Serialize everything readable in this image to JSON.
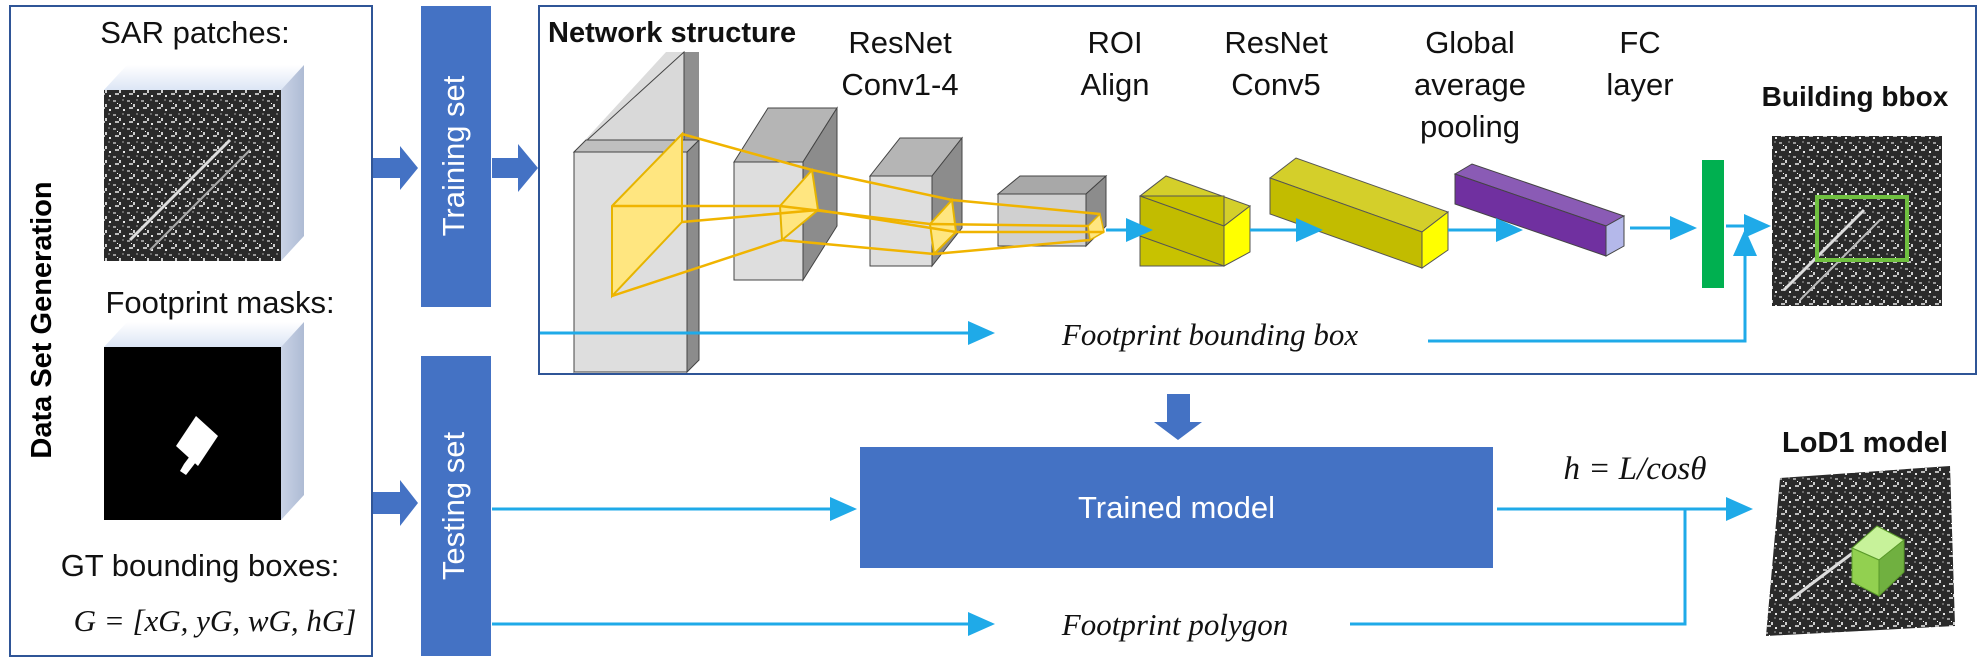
{
  "dataset": {
    "vertical_title": "Data Set Generation",
    "sar_label": "SAR patches:",
    "mask_label": "Footprint masks:",
    "gt_label": "GT bounding boxes:",
    "gt_formula": "G = [xG, yG, wG, hG]"
  },
  "sets": {
    "training": "Training set",
    "testing": "Testing set"
  },
  "network": {
    "title": "Network structure",
    "stages": [
      {
        "line1": "ResNet",
        "line2": "Conv1-4",
        "line3": ""
      },
      {
        "line1": "ROI",
        "line2": "Align",
        "line3": ""
      },
      {
        "line1": "ResNet",
        "line2": "Conv5",
        "line3": ""
      },
      {
        "line1": "Global",
        "line2": "average",
        "line3": "pooling"
      },
      {
        "line1": "FC",
        "line2": "layer",
        "line3": ""
      }
    ],
    "output_label": "Building bbox",
    "footprint_bbox_label": "Footprint bounding box"
  },
  "trained_model": {
    "label": "Trained model",
    "height_formula": "h = L/cosθ",
    "footprint_polygon_label": "Footprint polygon",
    "output_label": "LoD1 model"
  },
  "colors": {
    "panel_blue": "#4472c4",
    "arrow_cyan": "#1faae8",
    "feature_yellow": "#ffe680",
    "olive": "#c8c200",
    "purple": "#7030a0",
    "fc_green": "#00b050",
    "bbox_green": "#70c040",
    "gray": "#a6a6a6"
  }
}
